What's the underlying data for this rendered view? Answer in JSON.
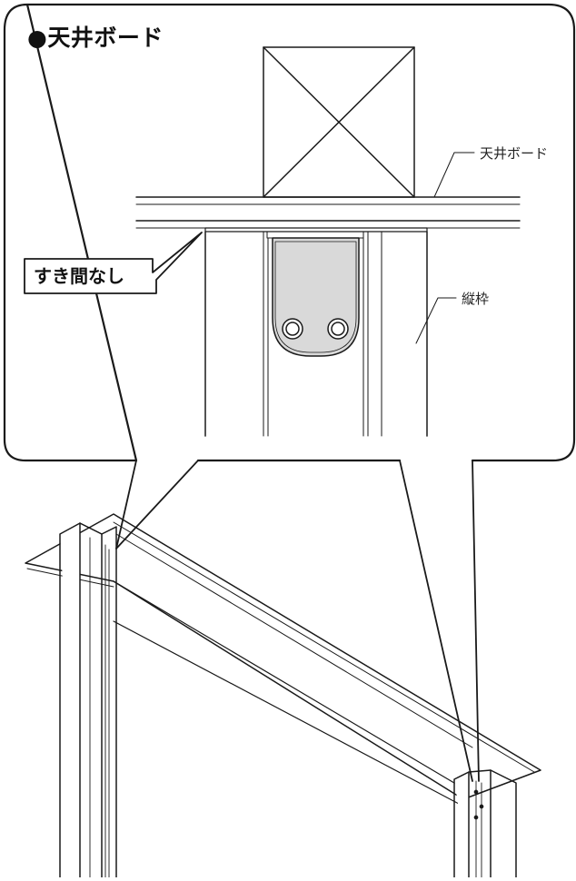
{
  "title": "●天井ボード",
  "labels": {
    "ceiling_board": "天井ボード",
    "vertical_frame": "縦枠",
    "no_gap": "すき間なし"
  },
  "colors": {
    "line": "#1a1a1a",
    "plate_fill": "#d9d9d9",
    "background": "#ffffff"
  }
}
